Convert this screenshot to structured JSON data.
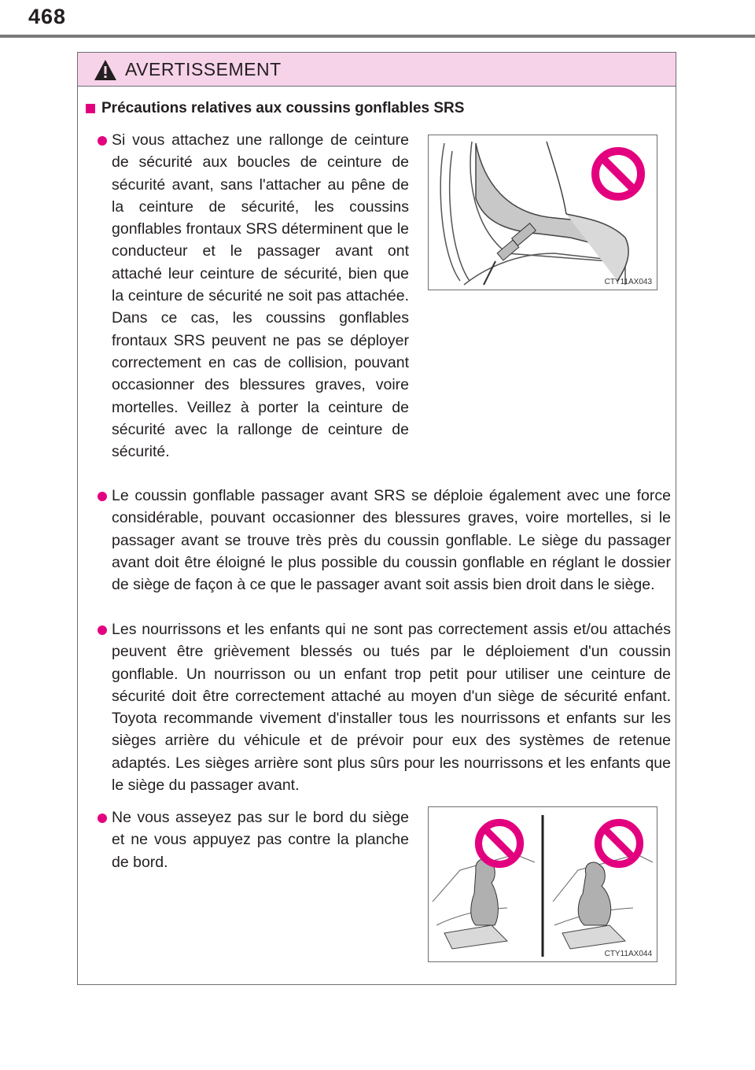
{
  "page": {
    "number": "468"
  },
  "warning": {
    "title": "AVERTISSEMENT",
    "section_heading": "Précautions relatives aux coussins gonflables SRS",
    "bullets": [
      {
        "text": "Si vous attachez une rallonge de ceinture de sécurité aux boucles de ceinture de sécurité avant, sans l'attacher au pêne de la ceinture de sécurité, les coussins gonflables frontaux SRS déterminent que le conducteur et le passager avant ont attaché leur ceinture de sécurité, bien que la ceinture de sécurité ne soit pas attachée. Dans ce cas, les coussins gonflables frontaux SRS peuvent ne pas se déployer correctement en cas de collision, pouvant occasionner des blessures graves, voire mortelles. Veillez à porter la ceinture de sécurité avec la rallonge de ceinture de sécurité."
      },
      {
        "text": "Le coussin gonflable passager avant SRS se déploie également avec une force considérable, pouvant occasionner des blessures graves, voire mortelles, si le passager avant se trouve très près du coussin gonflable. Le siège du passager avant doit être éloigné le plus possible du coussin gonflable en réglant le dossier de siège de façon à ce que le passager avant soit assis bien droit dans le siège."
      },
      {
        "text": "Les nourrissons et les enfants qui ne sont pas correctement assis et/ou attachés peuvent être grièvement blessés ou tués par le déploiement d'un coussin gonflable. Un nourrisson ou un enfant trop petit pour utiliser une ceinture de sécurité doit être correctement attaché au moyen d'un siège de sécurité enfant. Toyota recommande vivement d'installer tous les nourrissons et enfants sur les sièges arrière du véhicule et de prévoir pour eux des systèmes de retenue adaptés. Les sièges arrière sont plus sûrs pour les nourrissons et les enfants que le siège du passager avant."
      },
      {
        "text": "Ne vous asseyez pas sur le bord du siège et ne vous appuyez pas contre la planche de bord."
      }
    ],
    "figures": [
      {
        "code": "CTY11AX043",
        "icon": "prohibition-icon"
      },
      {
        "code": "CTY11AX044",
        "icon": "prohibition-icon"
      }
    ]
  },
  "colors": {
    "accent": "#e3007f",
    "header_bg": "#f7d3ea",
    "border": "#6d6e71"
  }
}
